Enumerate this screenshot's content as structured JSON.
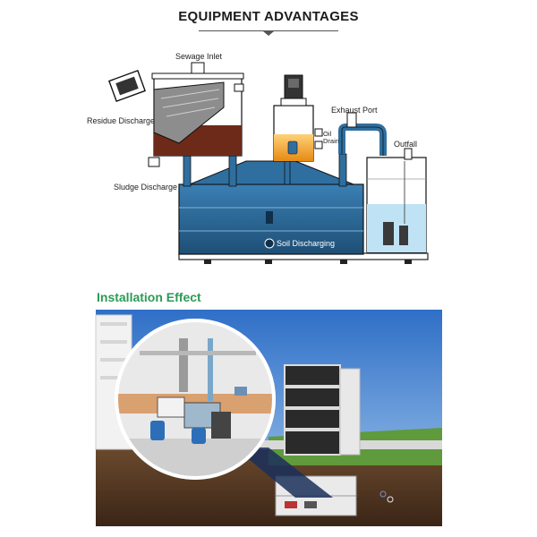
{
  "header": {
    "title": "EQUIPMENT ADVANTAGES"
  },
  "diagram": {
    "labels": {
      "sewage_inlet": "Sewage Inlet",
      "residue_discharge": "Residue Discharge",
      "sludge_discharge": "Sludge Discharge",
      "exhaust_port": "Exhaust Port",
      "oil_drain": "Oil Drain",
      "outfall": "Outfall",
      "soil_discharging": "Soil Discharging"
    },
    "colors": {
      "tank_blue": "#2f6f9f",
      "tank_dark": "#1e4f75",
      "hopper_brown": "#6e2a18",
      "oil_orange": "#f0a020",
      "water_light": "#bfe3f5",
      "accent_green": "#2b9a57"
    }
  },
  "installation": {
    "title": "Installation Effect"
  }
}
